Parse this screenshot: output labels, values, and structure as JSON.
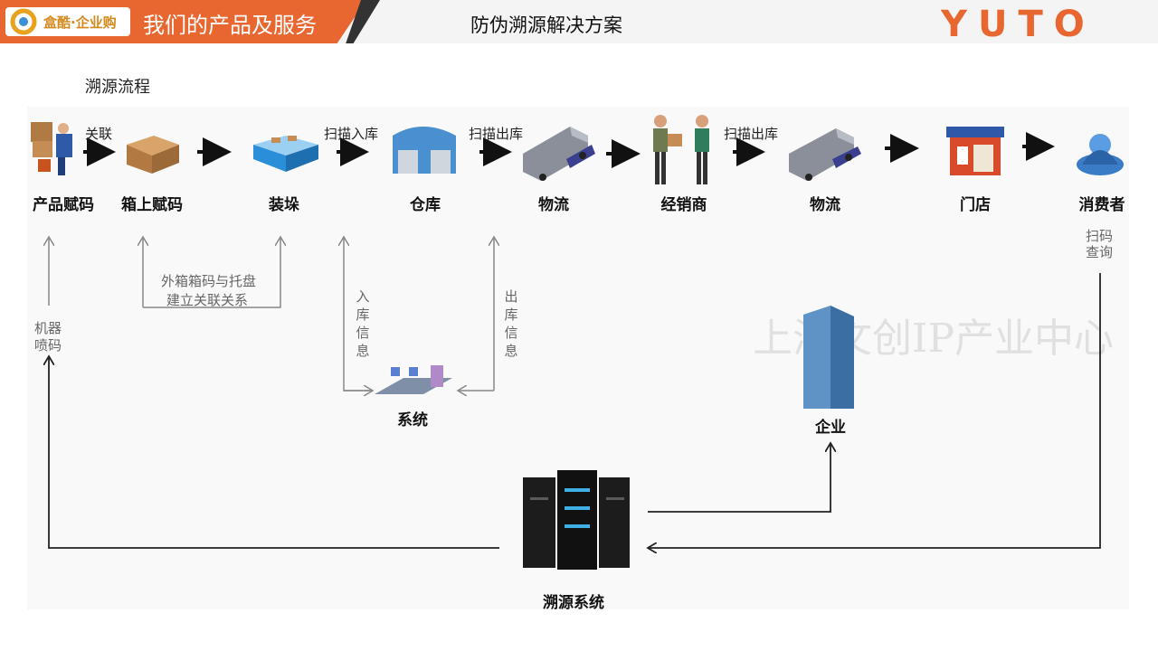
{
  "header": {
    "logo_text": "盒酷·企业购",
    "section_title": "我们的产品及服务",
    "page_title": "防伪溯源解决方案",
    "brand": "YUTO",
    "accent_color": "#e8662f"
  },
  "flow_title": "溯源流程",
  "nodes": [
    {
      "id": "product",
      "label": "产品赋码",
      "icon": "worker-carrying-boxes-icon"
    },
    {
      "id": "box",
      "label": "箱上赋码",
      "icon": "cardboard-box-icon"
    },
    {
      "id": "pallet",
      "label": "装垛",
      "icon": "pallet-crate-icon"
    },
    {
      "id": "warehouse",
      "label": "仓库",
      "icon": "warehouse-icon"
    },
    {
      "id": "logistics1",
      "label": "物流",
      "icon": "truck-icon"
    },
    {
      "id": "dealer",
      "label": "经销商",
      "icon": "dealer-people-icon"
    },
    {
      "id": "logistics2",
      "label": "物流",
      "icon": "truck-icon"
    },
    {
      "id": "store",
      "label": "门店",
      "icon": "storefront-icon"
    },
    {
      "id": "consumer",
      "label": "消费者",
      "icon": "consumer-avatar-icon"
    },
    {
      "id": "system",
      "label": "系统",
      "icon": "network-computers-icon"
    },
    {
      "id": "enterprise",
      "label": "企业",
      "icon": "office-building-icon"
    },
    {
      "id": "trace",
      "label": "溯源系统",
      "icon": "server-rack-icon"
    }
  ],
  "edge_labels": {
    "link": "关联",
    "scan_in": "扫描入库",
    "scan_out1": "扫描出库",
    "scan_out2": "扫描出库"
  },
  "notes": {
    "box_pallet": "外箱箱码与托盘",
    "box_pallet2": "建立关联关系",
    "machine": "机器",
    "machine2": "喷码",
    "scan_query": "扫码",
    "scan_query2": "查询",
    "in_info": "入库信息",
    "out_info": "出库信息"
  },
  "watermark": "上海文创IP产业中心"
}
